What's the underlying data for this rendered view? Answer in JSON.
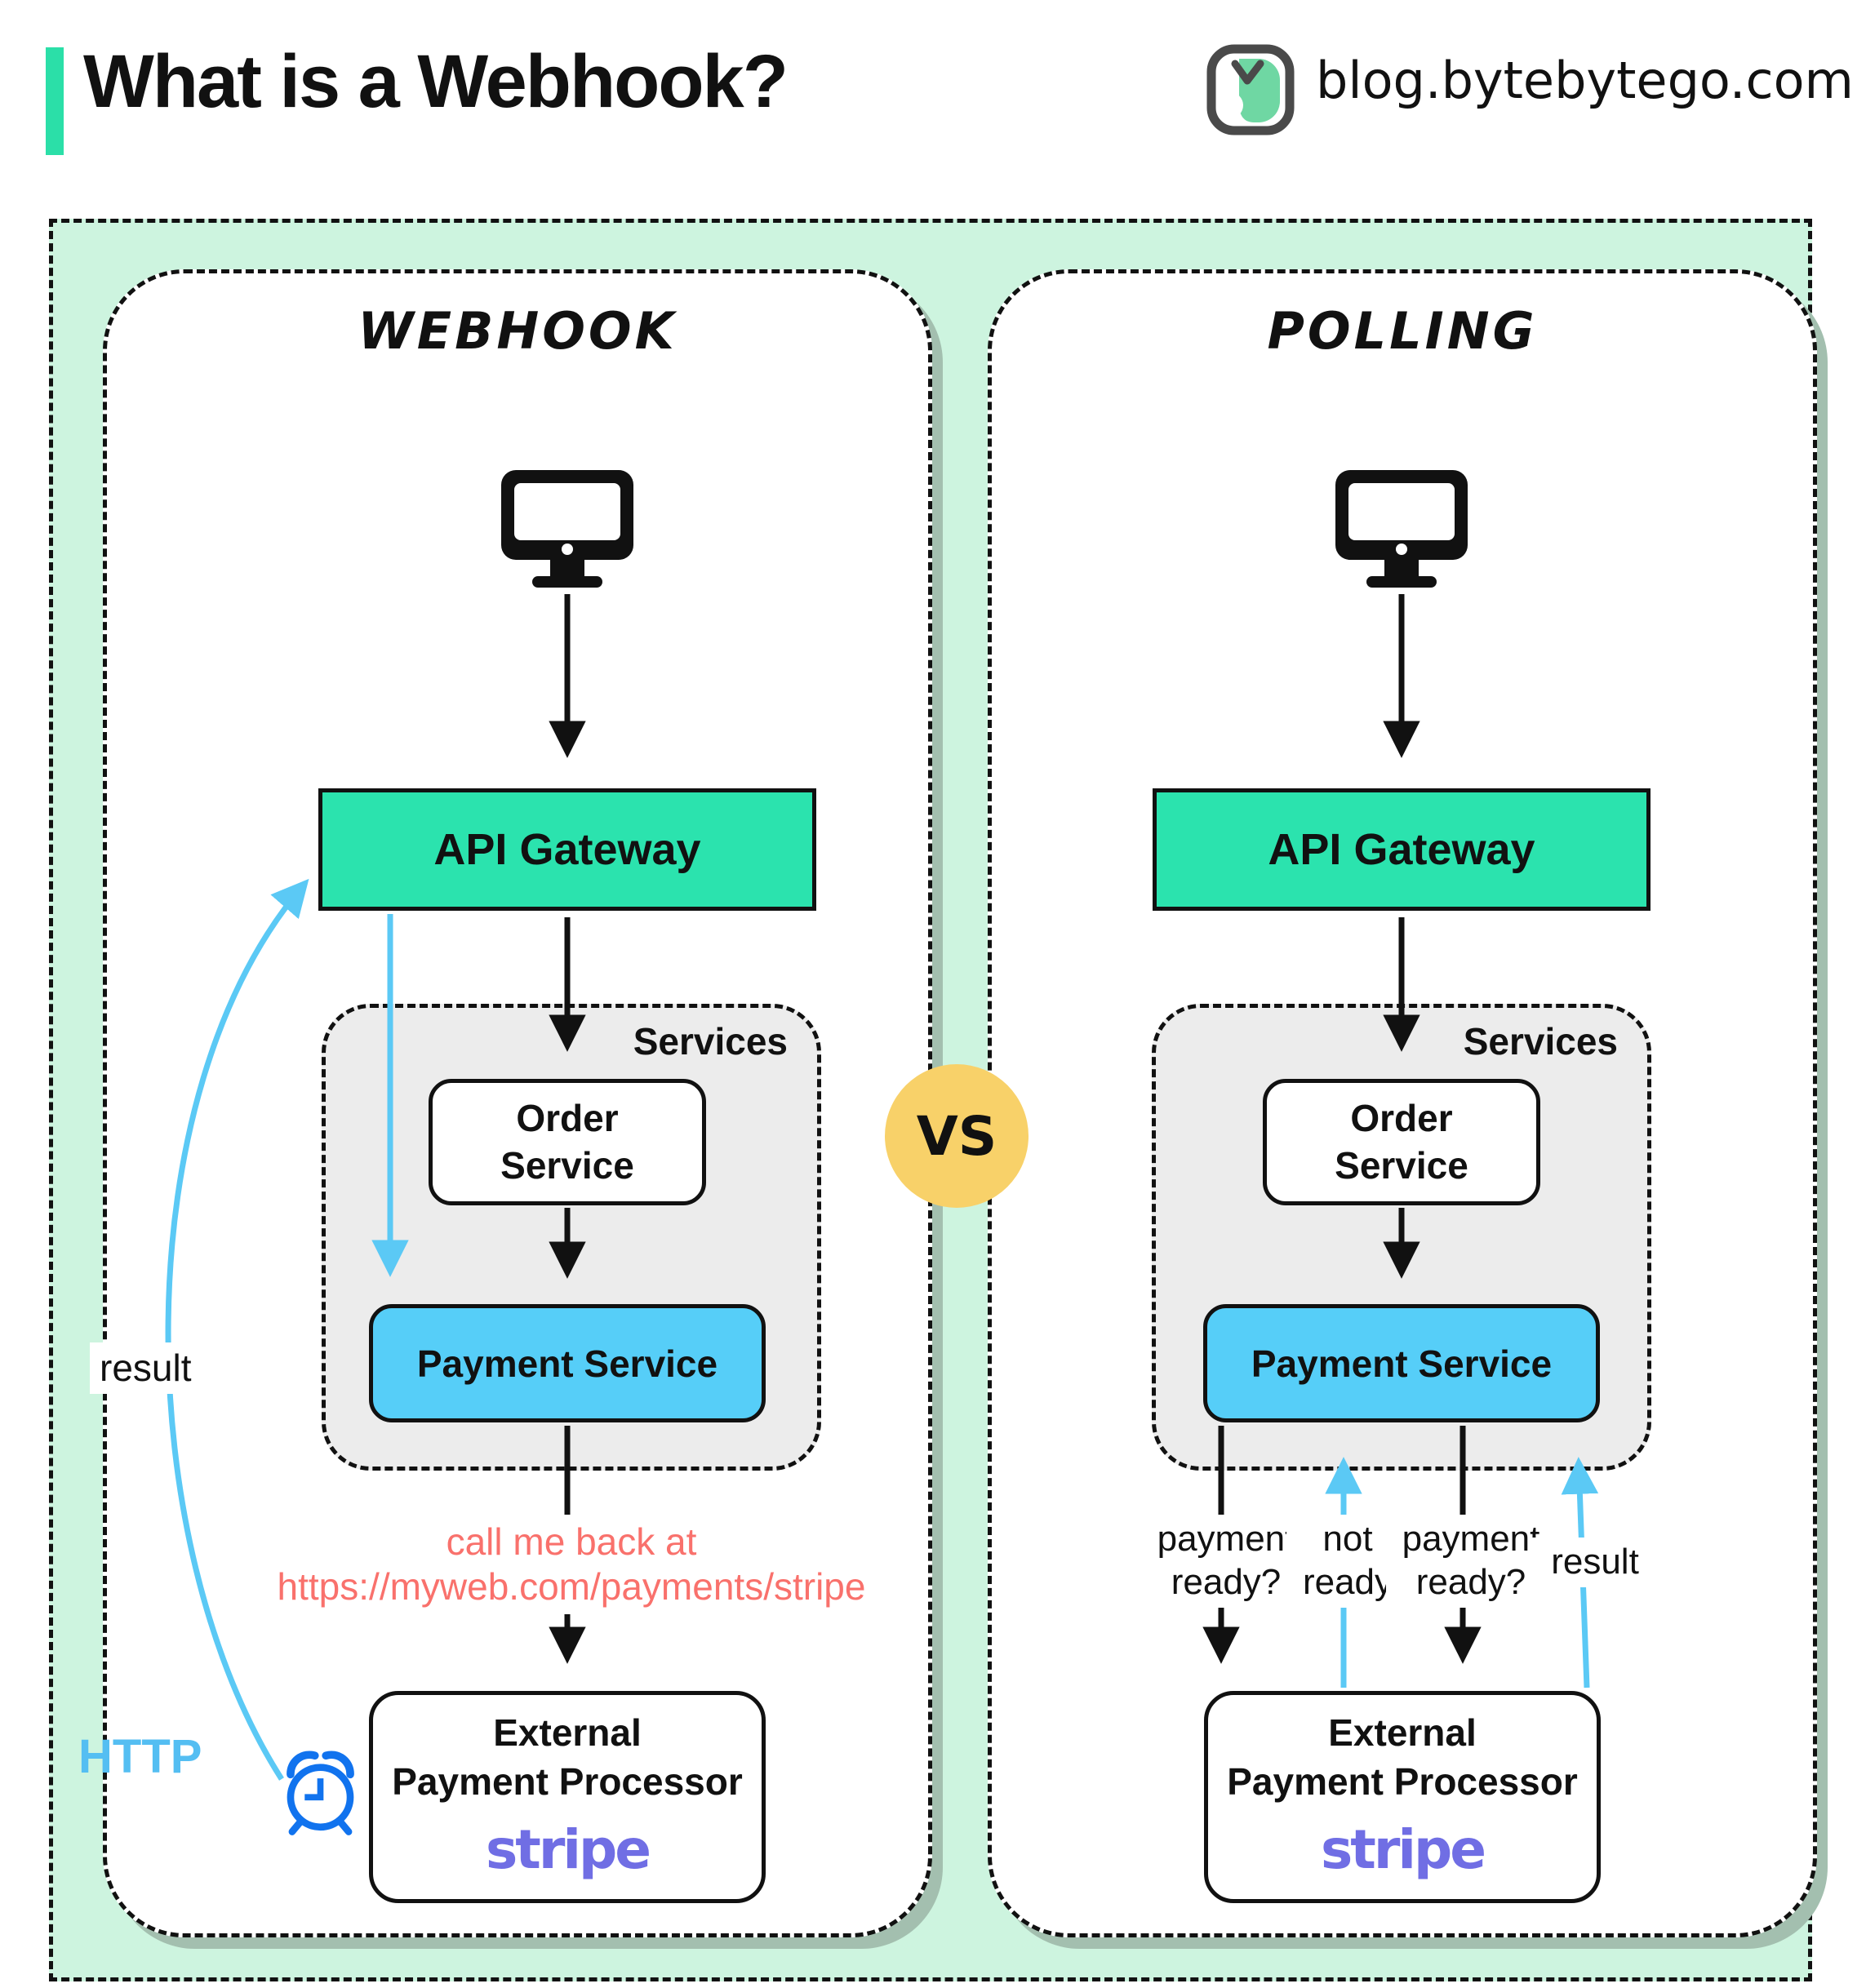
{
  "header": {
    "title": "What is a Webhook?",
    "site": "blog.bytebytego.com"
  },
  "vs_badge": "VS",
  "panels": {
    "webhook": {
      "title": "Webhook",
      "api_gateway": "API Gateway",
      "services_label": "Services",
      "order_service_line1": "Order",
      "order_service_line2": "Service",
      "payment_service": "Payment Service",
      "external_line1": "External",
      "external_line2": "Payment Processor",
      "external_brand": "stripe",
      "result_label": "result",
      "http_label": "HTTP",
      "callback_line1": "call me back at",
      "callback_line2": "https://myweb.com/payments/stripe"
    },
    "polling": {
      "title": "Polling",
      "api_gateway": "API Gateway",
      "services_label": "Services",
      "order_service_line1": "Order",
      "order_service_line2": "Service",
      "payment_service": "Payment Service",
      "external_line1": "External",
      "external_line2": "Payment Processor",
      "external_brand": "stripe",
      "poll1_line1": "payment",
      "poll1_line2": "ready?",
      "poll2_line1": "not",
      "poll2_line2": "ready",
      "poll3_line1": "payment",
      "poll3_line2": "ready?",
      "result_label": "result"
    }
  },
  "colors": {
    "accent_teal": "#2BDFA8",
    "gateway_teal": "#2BE3AE",
    "payment_blue": "#56CEF8",
    "arrow_blue": "#5BC9F5",
    "callback_salmon": "#F9716C",
    "stripe_purple": "#706EE4",
    "vs_yellow": "#F8D169",
    "mint_background": "#CDF4DF",
    "clock_blue": "#1173EE"
  }
}
